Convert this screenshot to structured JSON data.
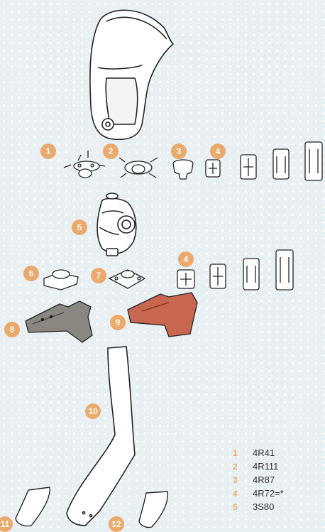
{
  "badges": [
    "1",
    "2",
    "3",
    "4",
    "4",
    "5",
    "6",
    "7",
    "8",
    "9",
    "10",
    "11",
    "12"
  ],
  "legend": [
    {
      "num": "1",
      "code": "4R41"
    },
    {
      "num": "2",
      "code": "4R111"
    },
    {
      "num": "3",
      "code": "4R87"
    },
    {
      "num": "4",
      "code": "4R72=*"
    },
    {
      "num": "5",
      "code": "3S80"
    }
  ],
  "colors": {
    "background": "#e9f0f3",
    "badge": "#eba96b",
    "outline": "#222222",
    "highlight_part": "#c9664f",
    "grey_part": "#8a8680"
  }
}
